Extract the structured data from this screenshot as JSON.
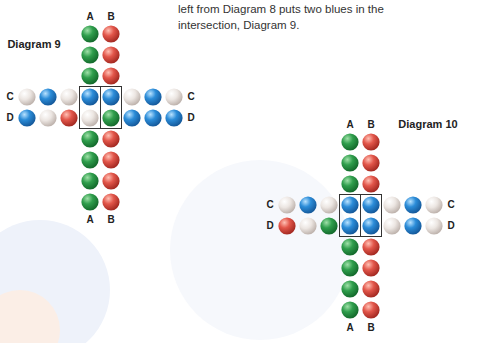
{
  "diagram": {
    "labels": [
      "left from Diagram 8 puts two blues in the intersection, Diagram 9.",
      "Diagram 9",
      "A",
      "B",
      "C",
      "C",
      "D",
      "D",
      "A",
      "B",
      "Diagram 10",
      "A",
      "B",
      "C",
      "C",
      "D",
      "D",
      "A",
      "B"
    ]
  }
}
